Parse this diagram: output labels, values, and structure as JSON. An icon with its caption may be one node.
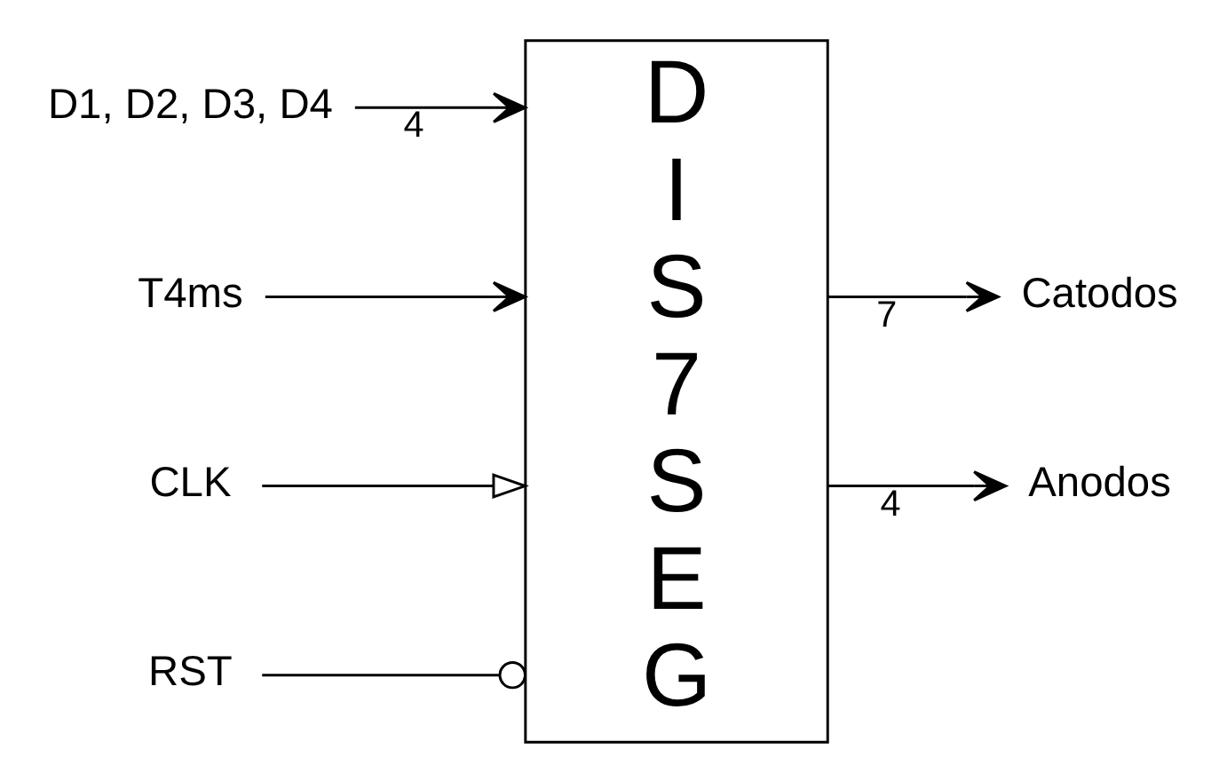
{
  "diagram": {
    "nodes": [
      {
        "text": [
          "D I S 7 S E G"
        ]
      },
      {
        "text": [
          "D1, D2, D3, D4"
        ]
      },
      {
        "text": [
          "T4ms"
        ]
      },
      {
        "text": [
          "CLK"
        ]
      },
      {
        "text": [
          "RST"
        ]
      },
      {
        "text": [
          "Catodos"
        ]
      },
      {
        "text": [
          "Anodos"
        ]
      }
    ],
    "edges": [
      {
        "from": 1,
        "to": 0,
        "arrow": "to",
        "label": "4"
      },
      {
        "from": 2,
        "to": 0,
        "arrow": "to"
      },
      {
        "from": 3,
        "to": 0,
        "arrow": "to"
      },
      {
        "from": 4,
        "to": 0,
        "arrow": "other"
      },
      {
        "from": 0,
        "to": 5,
        "arrow": "to",
        "label": "7"
      },
      {
        "from": 0,
        "to": 6,
        "arrow": "to",
        "label": "4"
      }
    ]
  }
}
